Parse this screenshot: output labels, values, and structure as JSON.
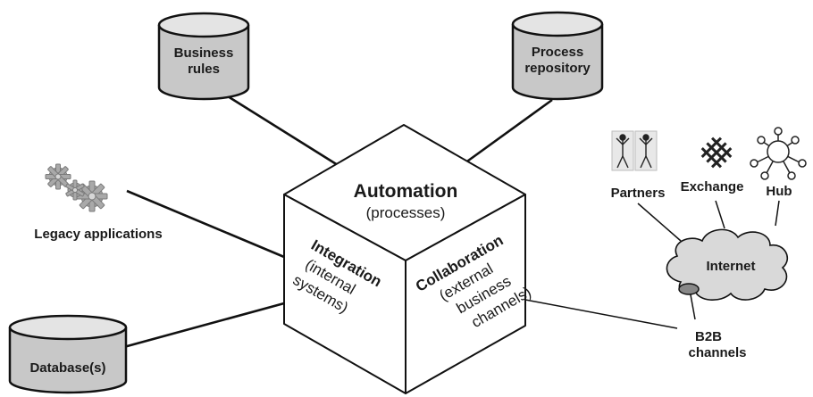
{
  "cube": {
    "top": {
      "title": "Automation",
      "subtitle": "(processes)"
    },
    "left": {
      "title": "Integration",
      "lines": [
        "(internal",
        "systems)"
      ]
    },
    "right": {
      "title": "Collaboration",
      "lines": [
        "(external",
        "business",
        "channels)"
      ]
    }
  },
  "stores": {
    "business_rules": [
      "Business",
      "rules"
    ],
    "process_repository": [
      "Process",
      "repository"
    ],
    "databases": [
      "Database(s)"
    ]
  },
  "legacy": {
    "label": "Legacy applications",
    "icon": "gears-icon"
  },
  "network": {
    "partners": {
      "label": "Partners",
      "icon": "partners-icon"
    },
    "exchange": {
      "label": "Exchange",
      "icon": "exchange-grid-icon"
    },
    "hub": {
      "label": "Hub",
      "icon": "hub-icon"
    },
    "internet": "Internet",
    "b2b": [
      "B2B",
      "channels"
    ]
  },
  "colors": {
    "line": "#111111",
    "cylinder_fill": "#c8c8c8",
    "cylinder_top": "#e4e4e4",
    "cloud_fill": "#d9d9d9"
  }
}
